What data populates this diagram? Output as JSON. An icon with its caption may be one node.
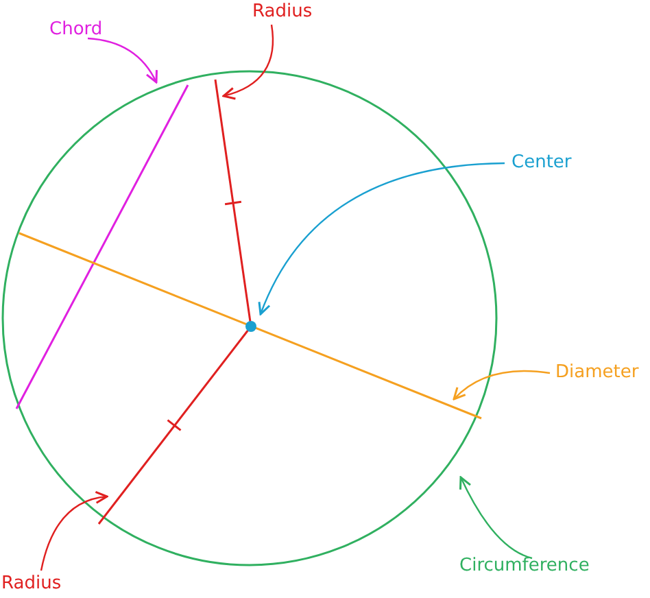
{
  "diagram": {
    "nodes": [
      {
        "text": [
          "Chord"
        ]
      },
      {
        "text": [
          "Radius"
        ]
      },
      {
        "text": [
          "Center"
        ]
      },
      {
        "text": [
          "Diameter"
        ]
      },
      {
        "text": [
          "Circumference"
        ]
      },
      {
        "text": [
          "Radius"
        ]
      },
      {
        "text": [],
        "shape": "circle"
      },
      {
        "text": [],
        "shape": "line",
        "in": 6
      },
      {
        "text": [],
        "shape": "line",
        "in": 6
      },
      {
        "text": [],
        "shape": "line",
        "in": 6
      },
      {
        "text": [],
        "shape": "line",
        "in": 6
      },
      {
        "text": [],
        "shape": "circle",
        "in": 10
      }
    ],
    "edges": [
      {
        "from": 0,
        "to": 7,
        "arrow": "to",
        "color": "#e020e0"
      },
      {
        "from": 1,
        "to": 8,
        "arrow": "to",
        "color": "#e02020"
      },
      {
        "from": 2,
        "to": 11,
        "arrow": "to",
        "color": "#1aa0d0"
      },
      {
        "from": 3,
        "to": 10,
        "arrow": "to",
        "color": "#f5a020"
      },
      {
        "from": 4,
        "to": 6,
        "arrow": "to",
        "color": "#30b060"
      },
      {
        "from": 5,
        "to": 9,
        "arrow": "to",
        "color": "#e02020"
      }
    ]
  }
}
